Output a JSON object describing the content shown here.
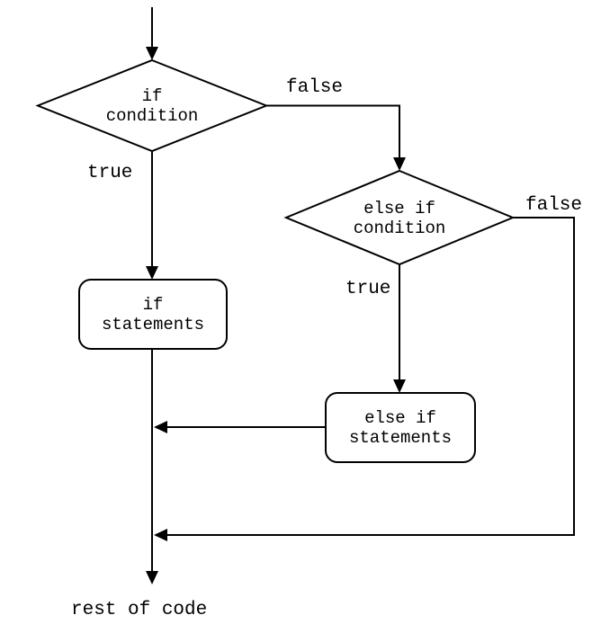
{
  "diagram": {
    "type": "flowchart",
    "background_color": "#ffffff",
    "stroke_color": "#000000",
    "nodes": {
      "if_condition": {
        "shape": "diamond",
        "line1": "if",
        "line2": "condition"
      },
      "else_if_condition": {
        "shape": "diamond",
        "line1": "else if",
        "line2": "condition"
      },
      "if_statements": {
        "shape": "rounded-rect",
        "line1": "if",
        "line2": "statements"
      },
      "else_if_statements": {
        "shape": "rounded-rect",
        "line1": "else if",
        "line2": "statements"
      }
    },
    "edge_labels": {
      "if_true": "true",
      "if_false": "false",
      "else_if_true": "true",
      "else_if_false": "false"
    },
    "end_label": "rest of code"
  }
}
